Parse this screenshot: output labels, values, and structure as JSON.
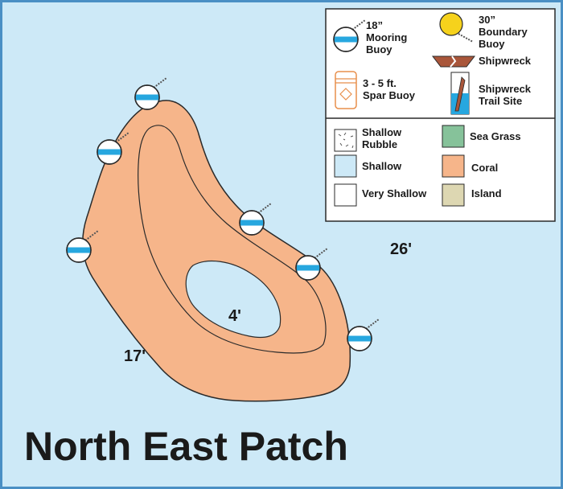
{
  "title": "North East Patch",
  "colors": {
    "water": "#cde9f7",
    "border": "#4a8fc4",
    "coral": "#f6b58a",
    "coral_outline": "#2a2a2a",
    "shallow": "#cde9f7",
    "very_shallow": "#ffffff",
    "sea_grass": "#86c29a",
    "island": "#ddd7b2",
    "buoy_stripe": "#27a7df",
    "boundary_buoy": "#f6d21c",
    "shipwreck": "#a9563a",
    "spar_buoy": "#e88f4c"
  },
  "legend": {
    "markers": [
      {
        "id": "mooring",
        "icon": "mooring-buoy-icon",
        "line1": "18”",
        "line2": "Mooring",
        "line3": "Buoy"
      },
      {
        "id": "boundary",
        "icon": "boundary-buoy-icon",
        "line1": "30”",
        "line2": "Boundary",
        "line3": "Buoy"
      },
      {
        "id": "shipwreck",
        "icon": "shipwreck-icon",
        "line1": "Shipwreck"
      },
      {
        "id": "spar",
        "icon": "spar-buoy-icon",
        "line1": "3 - 5 ft.",
        "line2": "Spar Buoy"
      },
      {
        "id": "trail",
        "icon": "shipwreck-trail-icon",
        "line1": "Shipwreck",
        "line2": "Trail Site"
      }
    ],
    "zones": [
      {
        "id": "shallow-rubble",
        "line1": "Shallow",
        "line2": "Rubble"
      },
      {
        "id": "sea-grass",
        "line1": "Sea Grass"
      },
      {
        "id": "shallow",
        "line1": "Shallow"
      },
      {
        "id": "coral",
        "line1": "Coral"
      },
      {
        "id": "very-shallow",
        "line1": "Very Shallow"
      },
      {
        "id": "island",
        "line1": "Island"
      }
    ]
  },
  "depths": {
    "d26": "26'",
    "d4": "4'",
    "d17": "17'"
  }
}
